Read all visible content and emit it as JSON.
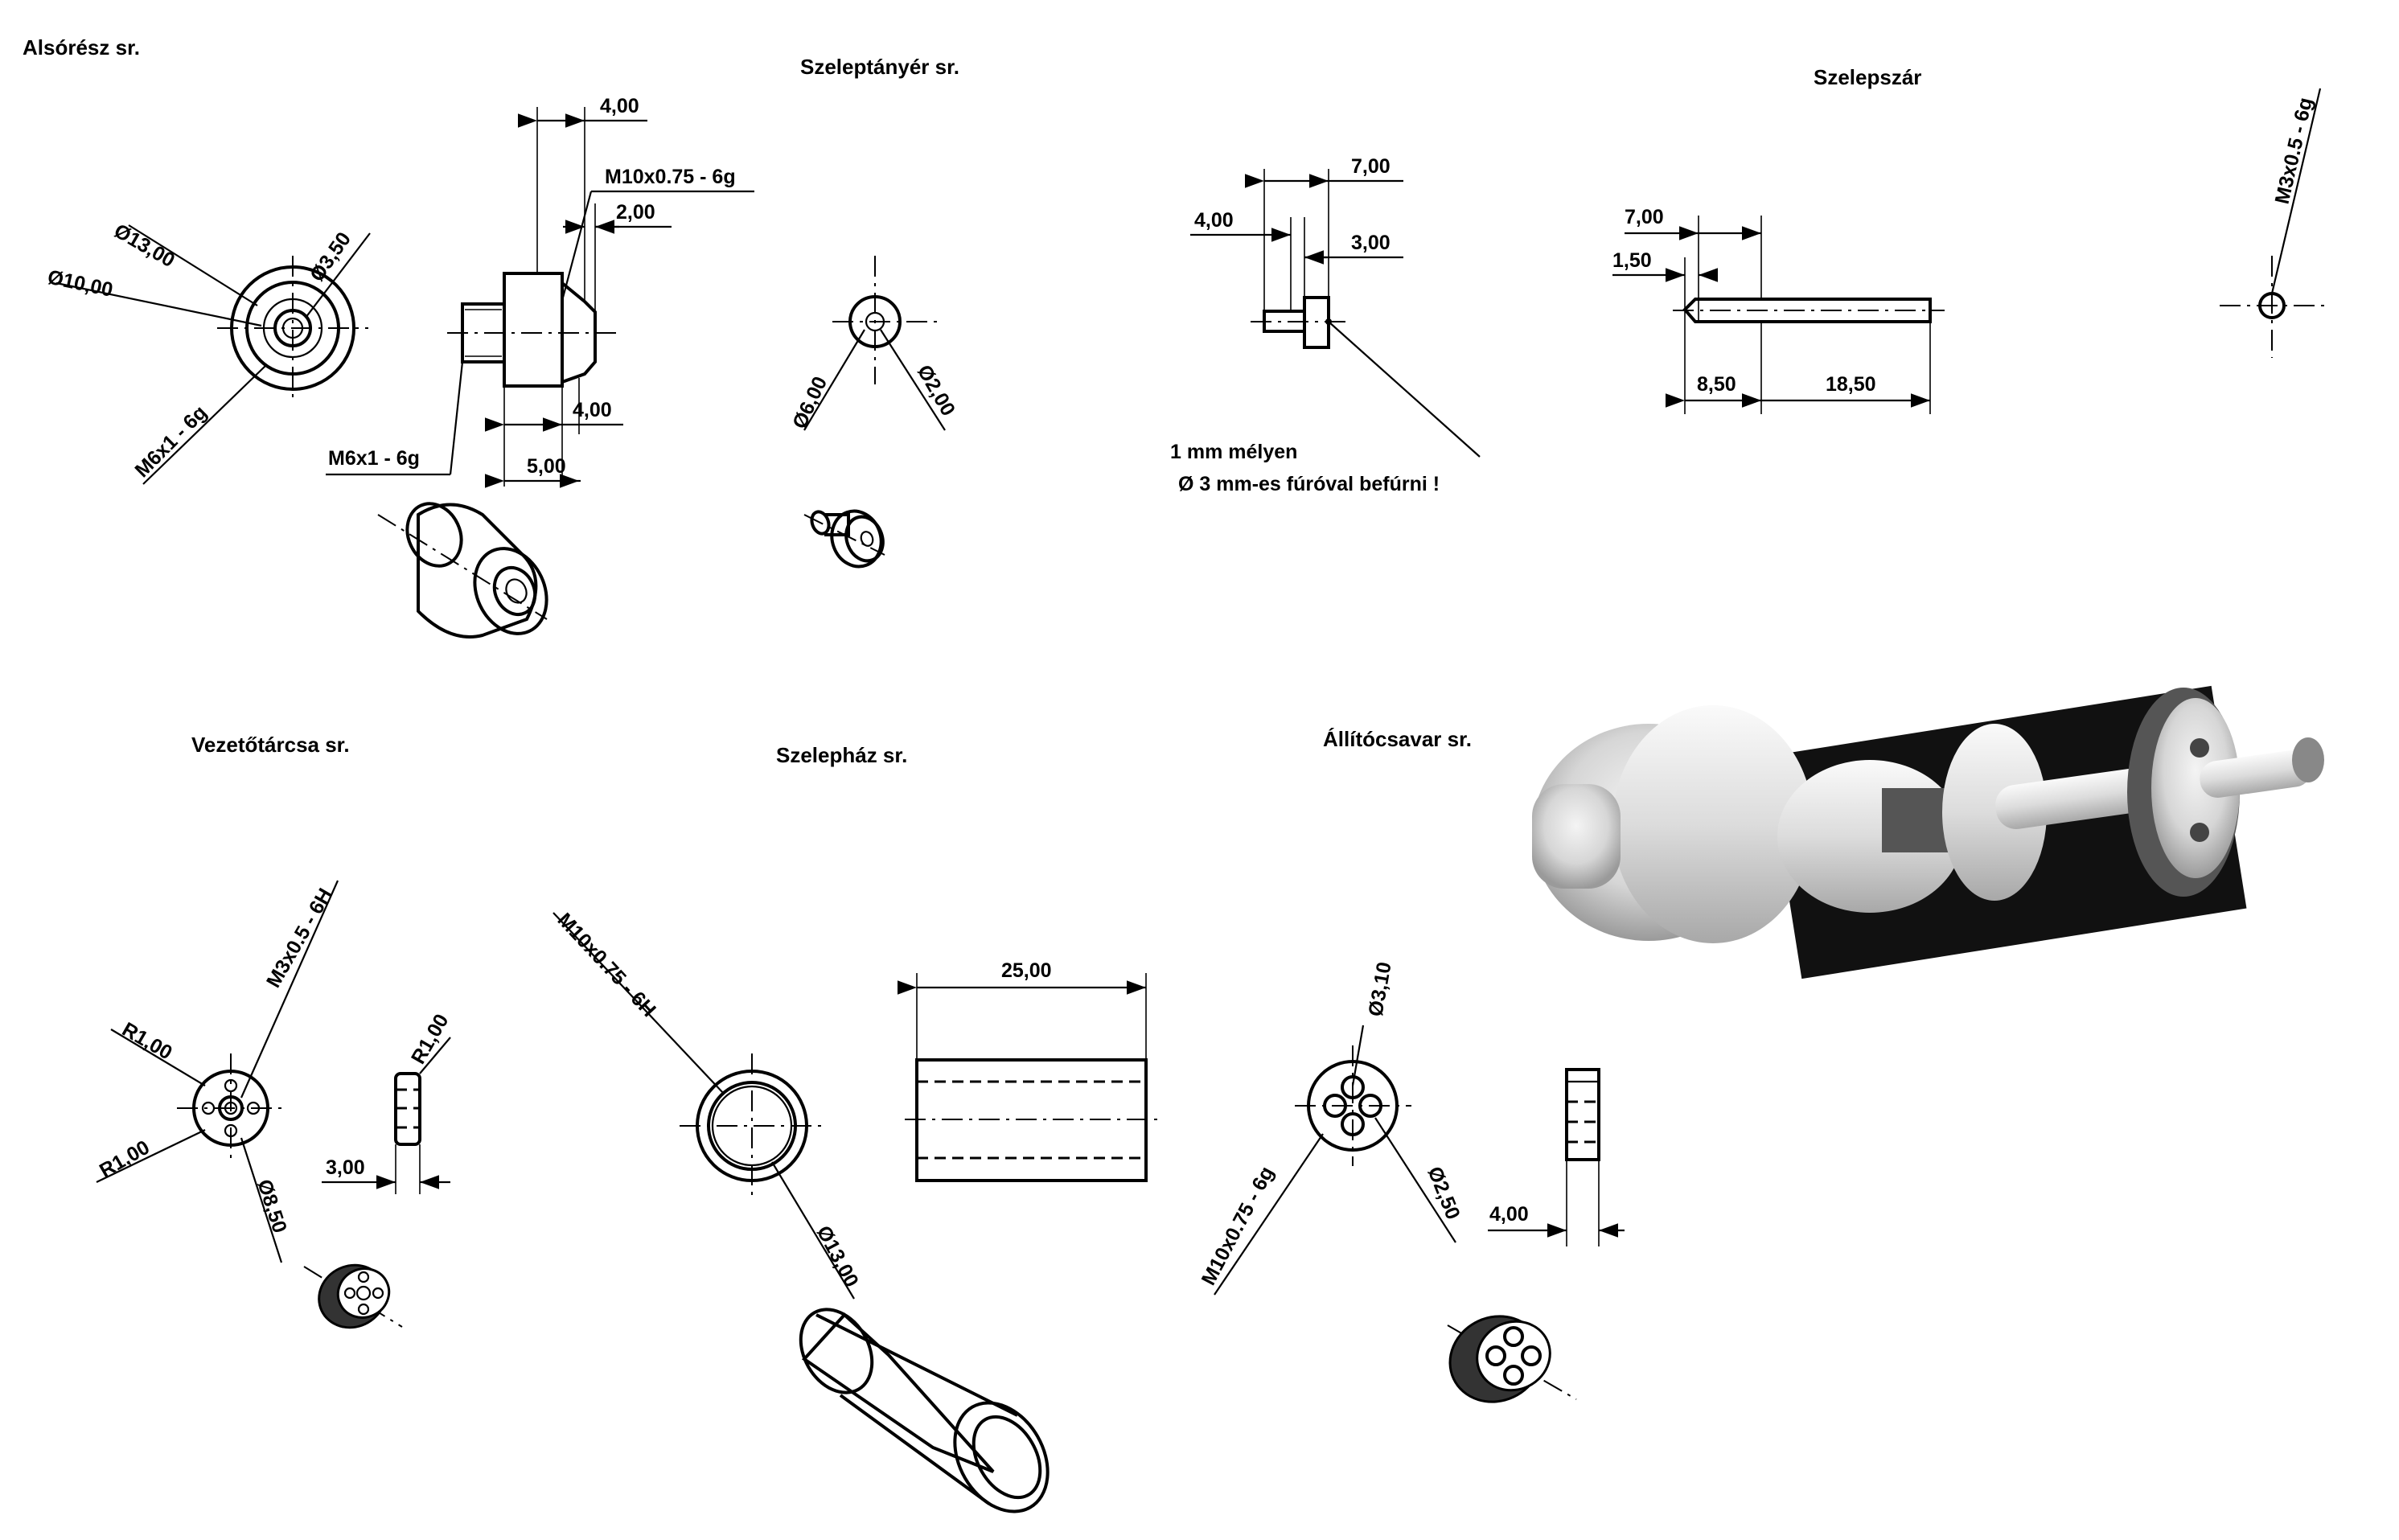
{
  "titles": {
    "alsoresz": "Alsórész sr.",
    "szeleptanyer": "Szeleptányér sr.",
    "szelepszar": "Szelepszár",
    "vezetotarcsa": "Vezetőtárcsa sr.",
    "szelephaz": "Szelepház sr.",
    "allitocsavar": "Állítócsavar sr."
  },
  "alsoresz": {
    "d13": "Ø13,00",
    "d10": "Ø10,00",
    "d350": "Ø3,50",
    "m6": "M6x1 - 6g",
    "dim_top": "4,00",
    "m10": "M10x0.75 - 6g",
    "dim_200": "2,00",
    "dim_400b": "4,00",
    "m6b": "M6x1 - 6g",
    "dim_500": "5,00"
  },
  "szeleptanyer": {
    "d600": "Ø6,00",
    "d200": "Ø2,00",
    "dim_700": "7,00",
    "dim_400": "4,00",
    "dim_300": "3,00",
    "note1": "1 mm mélyen",
    "note2": "Ø 3 mm-es fúróval befúrni !"
  },
  "szelepszar": {
    "dim_700": "7,00",
    "dim_150": "1,50",
    "dim_850": "8,50",
    "dim_1850": "18,50",
    "m3": "M3x0.5 - 6g"
  },
  "vezetotarcsa": {
    "m3": "M3x0.5 - 6H",
    "r1a": "R1,00",
    "r1b": "R1,00",
    "r1c": "R1,00",
    "d850": "Ø8,50",
    "dim_300": "3,00"
  },
  "szelephaz": {
    "m10": "M10x0.75 - 6H",
    "d13": "Ø13,00",
    "dim_2500": "25,00"
  },
  "allitocsavar": {
    "d310": "Ø3,10",
    "m10": "M10x0.75 - 6g",
    "d250": "Ø2,50",
    "dim_400": "4,00"
  }
}
